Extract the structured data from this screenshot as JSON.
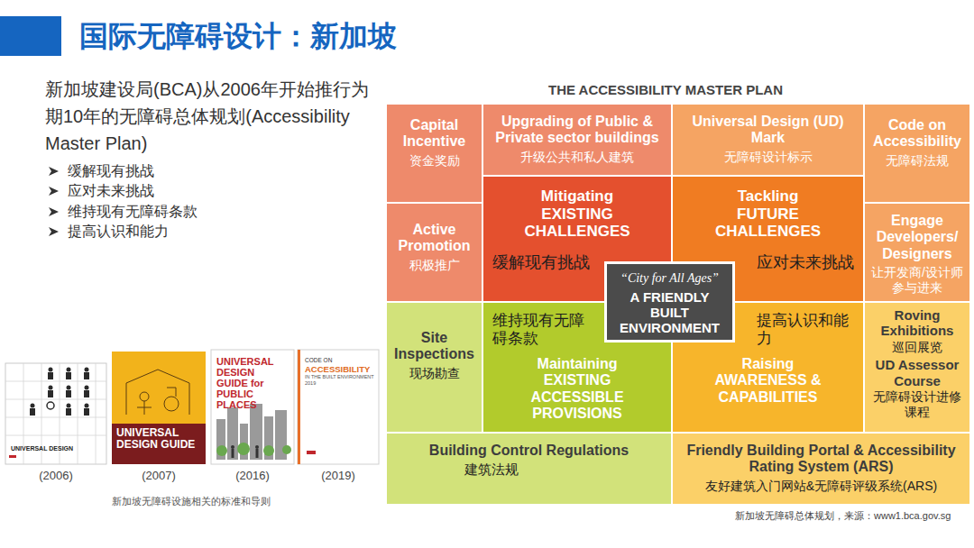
{
  "diagram": {
    "title": "国际无障碍设计：新加坡",
    "nodes": [
      {
        "text": [
          "THE ACCESSIBILITY MASTER PLAN"
        ]
      },
      {
        "text": [
          "Capital Incentive",
          "资金奖励"
        ],
        "in": 0
      },
      {
        "text": [
          "Upgrading of Public & Private sector buildings",
          "升级公共和私人建筑"
        ],
        "in": 0
      },
      {
        "text": [
          "Universal Design (UD) Mark",
          "无障碍设计标示"
        ],
        "in": 0
      },
      {
        "text": [
          "Code on Accessibility",
          "无障碍法规"
        ],
        "in": 0
      },
      {
        "text": [
          "Mitigating EXISTING CHALLENGES",
          "缓解现有挑战"
        ],
        "in": 0
      },
      {
        "text": [
          "Tackling FUTURE CHALLENGES",
          "应对未来挑战"
        ],
        "in": 0
      },
      {
        "text": [
          "Active Promotion",
          "积极推广"
        ],
        "in": 0
      },
      {
        "text": [
          "Engage Developers/ Designers",
          "让开发商/设计师参与进来"
        ],
        "in": 0
      },
      {
        "text": [
          "“City for All Ages”",
          "A FRIENDLY BUILT ENVIRONMENT"
        ],
        "in": 0
      },
      {
        "text": [
          "维持现有无障碍条款",
          "Maintaining EXISTING ACCESSIBLE PROVISIONS"
        ],
        "in": 0
      },
      {
        "text": [
          "提高认识和能力",
          "Raising AWARENESS & CAPABILITIES"
        ],
        "in": 0
      },
      {
        "text": [
          "Site Inspections",
          "现场勘查"
        ],
        "in": 0
      },
      {
        "text": [
          "Roving Exhibitions",
          "巡回展览",
          "UD Assessor Course",
          "无障碍设计进修课程"
        ],
        "in": 0
      },
      {
        "text": [
          "Building Control Regulations",
          "建筑法规"
        ],
        "in": 0
      },
      {
        "text": [
          "Friendly Building Portal & Accessibility Rating System (ARS)",
          "友好建筑入门网站&无障碍评级系统(ARS)"
        ],
        "in": 0
      },
      {
        "text": [
          "UNIVERSAL DESIGN"
        ]
      },
      {
        "text": [
          "UNIVERSAL DESIGN GUIDE"
        ]
      },
      {
        "text": [
          "UNIVERSAL DESIGN GUIDE for PUBLIC PLACES"
        ]
      },
      {
        "text": [
          "CODE ON",
          "ACCESSIBILITY",
          "IN THE BUILT ENVIRONMENT 2019"
        ]
      }
    ],
    "labels": [
      "新加坡建设局(BCA)从2006年开始推行为期10年的无障碍总体规划(Accessibility Master Plan)",
      "缓解现有挑战",
      "应对未来挑战",
      "维持现有无障碍条款",
      "提高认识和能力",
      "(2006)",
      "(2007)",
      "(2016)",
      "(2019)",
      "新加坡无障碍设施相关的标准和导则",
      "新加坡无障碍总体规划，来源：www1.bca.gov.sg"
    ]
  }
}
